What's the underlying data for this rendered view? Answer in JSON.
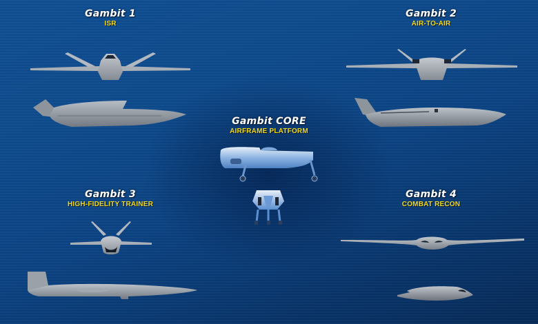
{
  "colors": {
    "background_top": "#0f4f93",
    "background_bottom": "#062a57",
    "title_text": "#ffffff",
    "subtitle_text": "#f3d81a",
    "airframe_gray": "#9ea4ab",
    "core_blue": "#5b8fd0"
  },
  "groups": [
    {
      "id": "gambit-1",
      "title": "Gambit 1",
      "subtitle": "ISR",
      "views": [
        "front-view",
        "side-view"
      ]
    },
    {
      "id": "gambit-2",
      "title": "Gambit 2",
      "subtitle": "AIR-TO-AIR",
      "views": [
        "front-view",
        "side-view"
      ]
    },
    {
      "id": "gambit-core",
      "title": "Gambit CORE",
      "subtitle": "AIRFRAME PLATFORM",
      "views": [
        "side-view-with-landing-gear",
        "front-view-with-landing-gear"
      ]
    },
    {
      "id": "gambit-3",
      "title": "Gambit 3",
      "subtitle": "HIGH-FIDELITY TRAINER",
      "views": [
        "front-view",
        "side-view"
      ]
    },
    {
      "id": "gambit-4",
      "title": "Gambit 4",
      "subtitle": "COMBAT RECON",
      "views": [
        "front-view",
        "side-view"
      ]
    }
  ]
}
